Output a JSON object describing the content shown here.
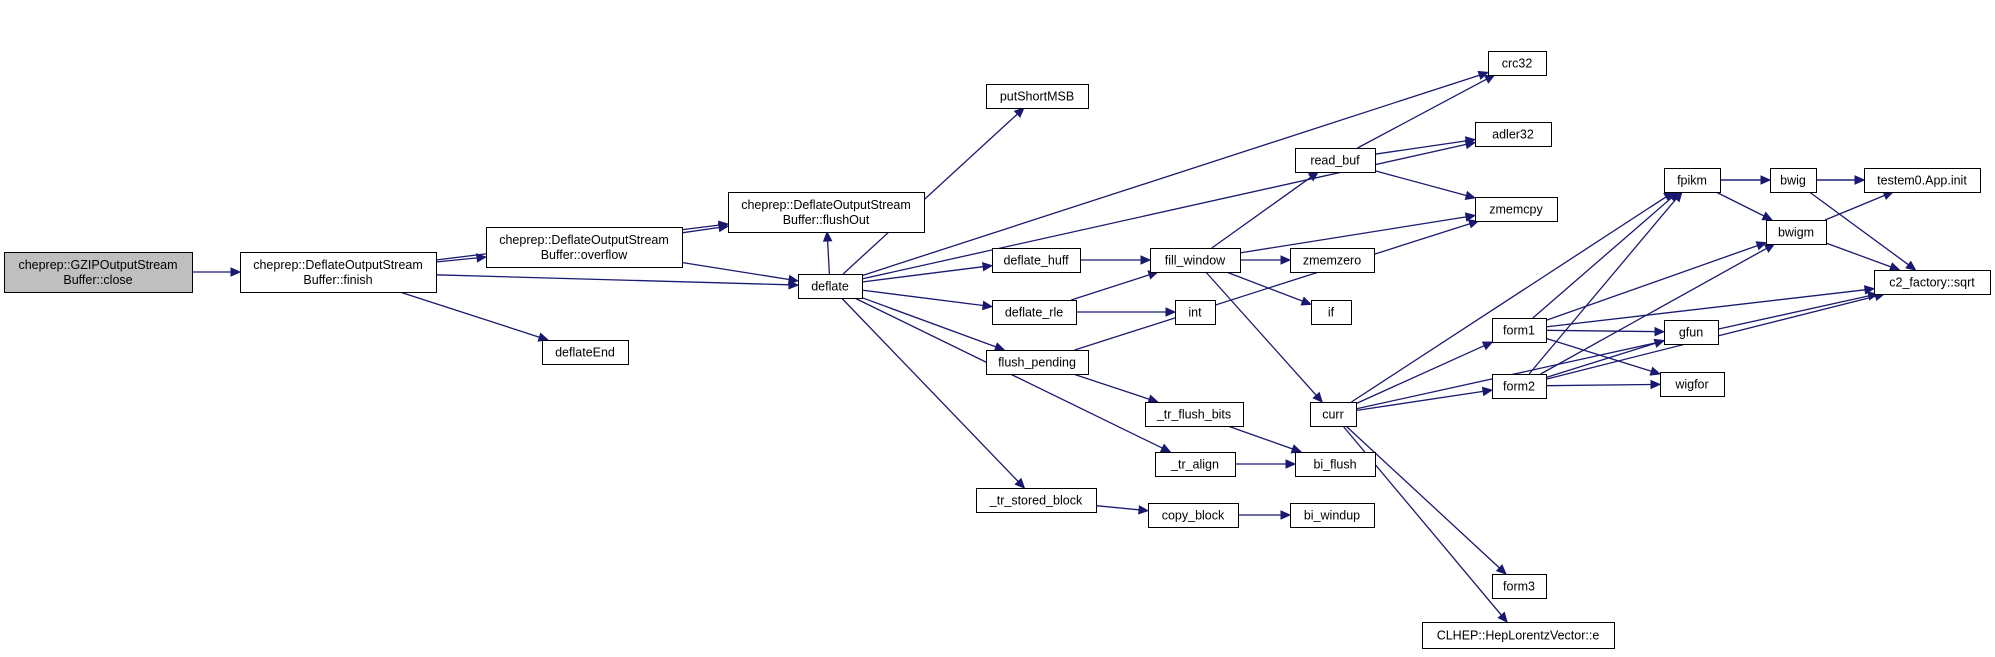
{
  "graph": {
    "nodes": {
      "gzip_close": [
        "cheprep::GZIPOutputStream",
        "Buffer::close"
      ],
      "finish": [
        "cheprep::DeflateOutputStream",
        "Buffer::finish"
      ],
      "overflow": [
        "cheprep::DeflateOutputStream",
        "Buffer::overflow"
      ],
      "flushout": [
        "cheprep::DeflateOutputStream",
        "Buffer::flushOut"
      ],
      "deflateend": [
        "deflateEnd"
      ],
      "deflate": [
        "deflate"
      ],
      "crc32": [
        "crc32"
      ],
      "putshortmsb": [
        "putShortMSB"
      ],
      "adler32": [
        "adler32"
      ],
      "read_buf": [
        "read_buf"
      ],
      "zmemcpy": [
        "zmemcpy"
      ],
      "deflate_huff": [
        "deflate_huff"
      ],
      "fill_window": [
        "fill_window"
      ],
      "zmemzero": [
        "zmemzero"
      ],
      "deflate_rle": [
        "deflate_rle"
      ],
      "int": [
        "int"
      ],
      "if": [
        "if"
      ],
      "flush_pending": [
        "flush_pending"
      ],
      "tr_flush_bits": [
        "_tr_flush_bits"
      ],
      "curr": [
        "curr"
      ],
      "tr_align": [
        "_tr_align"
      ],
      "bi_flush": [
        "bi_flush"
      ],
      "tr_stored_block": [
        "_tr_stored_block"
      ],
      "copy_block": [
        "copy_block"
      ],
      "bi_windup": [
        "bi_windup"
      ],
      "fpikm": [
        "fpikm"
      ],
      "bwig": [
        "bwig"
      ],
      "testem0_init": [
        "testem0.App.init"
      ],
      "bwigm": [
        "bwigm"
      ],
      "c2_sqrt": [
        "c2_factory::sqrt"
      ],
      "form1": [
        "form1"
      ],
      "gfun": [
        "gfun"
      ],
      "form2": [
        "form2"
      ],
      "wigfor": [
        "wigfor"
      ],
      "form3": [
        "form3"
      ],
      "hep_e": [
        "CLHEP::HepLorentzVector::e"
      ]
    },
    "edges": [
      [
        "gzip_close",
        "finish"
      ],
      [
        "finish",
        "overflow"
      ],
      [
        "finish",
        "flushout"
      ],
      [
        "finish",
        "deflate"
      ],
      [
        "finish",
        "deflateend"
      ],
      [
        "overflow",
        "flushout"
      ],
      [
        "overflow",
        "deflate"
      ],
      [
        "deflate",
        "flushout"
      ],
      [
        "deflate",
        "crc32"
      ],
      [
        "deflate",
        "putshortmsb"
      ],
      [
        "deflate",
        "adler32"
      ],
      [
        "deflate",
        "deflate_huff"
      ],
      [
        "deflate",
        "deflate_rle"
      ],
      [
        "deflate",
        "flush_pending"
      ],
      [
        "deflate",
        "tr_align"
      ],
      [
        "deflate",
        "tr_stored_block"
      ],
      [
        "read_buf",
        "crc32"
      ],
      [
        "read_buf",
        "adler32"
      ],
      [
        "read_buf",
        "zmemcpy"
      ],
      [
        "deflate_huff",
        "fill_window"
      ],
      [
        "deflate_rle",
        "fill_window"
      ],
      [
        "deflate_rle",
        "int"
      ],
      [
        "fill_window",
        "read_buf"
      ],
      [
        "fill_window",
        "zmemcpy"
      ],
      [
        "fill_window",
        "zmemzero"
      ],
      [
        "fill_window",
        "if"
      ],
      [
        "fill_window",
        "curr"
      ],
      [
        "flush_pending",
        "zmemcpy"
      ],
      [
        "flush_pending",
        "tr_flush_bits"
      ],
      [
        "tr_flush_bits",
        "bi_flush"
      ],
      [
        "tr_align",
        "bi_flush"
      ],
      [
        "tr_stored_block",
        "copy_block"
      ],
      [
        "copy_block",
        "bi_windup"
      ],
      [
        "curr",
        "fpikm"
      ],
      [
        "curr",
        "form1"
      ],
      [
        "curr",
        "form2"
      ],
      [
        "curr",
        "c2_sqrt"
      ],
      [
        "curr",
        "form3"
      ],
      [
        "curr",
        "hep_e"
      ],
      [
        "fpikm",
        "testem0_init"
      ],
      [
        "fpikm",
        "bwig"
      ],
      [
        "fpikm",
        "bwigm"
      ],
      [
        "bwig",
        "testem0_init"
      ],
      [
        "bwig",
        "c2_sqrt"
      ],
      [
        "bwigm",
        "testem0_init"
      ],
      [
        "bwigm",
        "c2_sqrt"
      ],
      [
        "form1",
        "fpikm"
      ],
      [
        "form1",
        "bwigm"
      ],
      [
        "form1",
        "c2_sqrt"
      ],
      [
        "form1",
        "gfun"
      ],
      [
        "form1",
        "wigfor"
      ],
      [
        "form2",
        "fpikm"
      ],
      [
        "form2",
        "gfun"
      ],
      [
        "form2",
        "wigfor"
      ],
      [
        "form2",
        "bwigm"
      ],
      [
        "form2",
        "c2_sqrt"
      ]
    ]
  },
  "colors": {
    "edge": "#191970",
    "root_fill": "#bfbfbf",
    "node_fill": "#ffffff",
    "node_border": "#000000"
  }
}
